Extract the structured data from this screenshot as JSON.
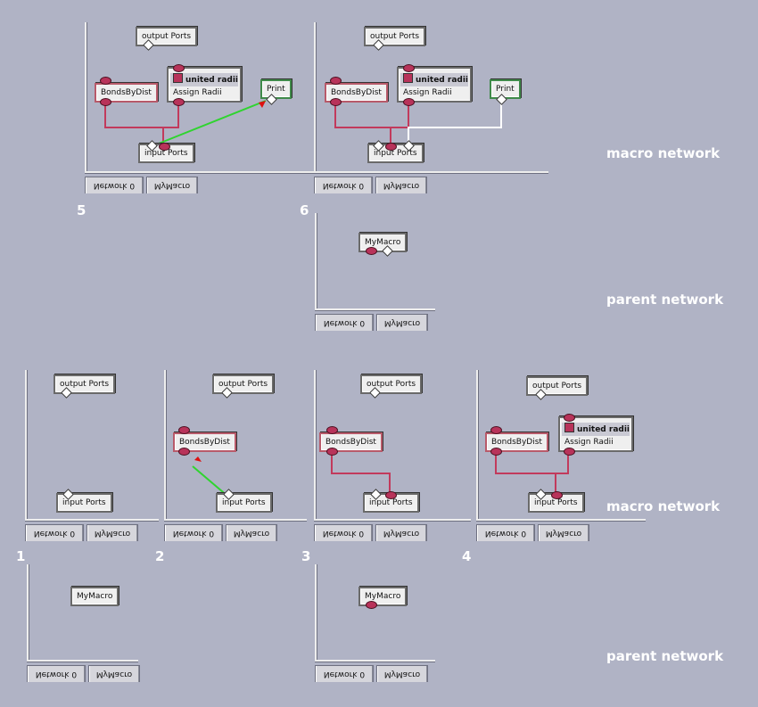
{
  "colors": {
    "background": "#b0b3c5",
    "wire_red": "#c23a5c",
    "wire_green": "#2fd42f",
    "wire_white": "#ffffff",
    "port_red": "#b8335a"
  },
  "tabs": {
    "network": "Network 0",
    "macro": "MyMacro"
  },
  "nodes": {
    "output_ports": "output Ports",
    "input_ports": "input Ports",
    "bonds": "BondsByDist",
    "assign": "Assign Radii",
    "united": "united radii",
    "print": "Print",
    "mymacro": "MyMacro"
  },
  "labels": {
    "macro_network": "macro network",
    "parent_network": "parent network"
  },
  "steps": [
    "1",
    "2",
    "3",
    "4",
    "5",
    "6"
  ]
}
